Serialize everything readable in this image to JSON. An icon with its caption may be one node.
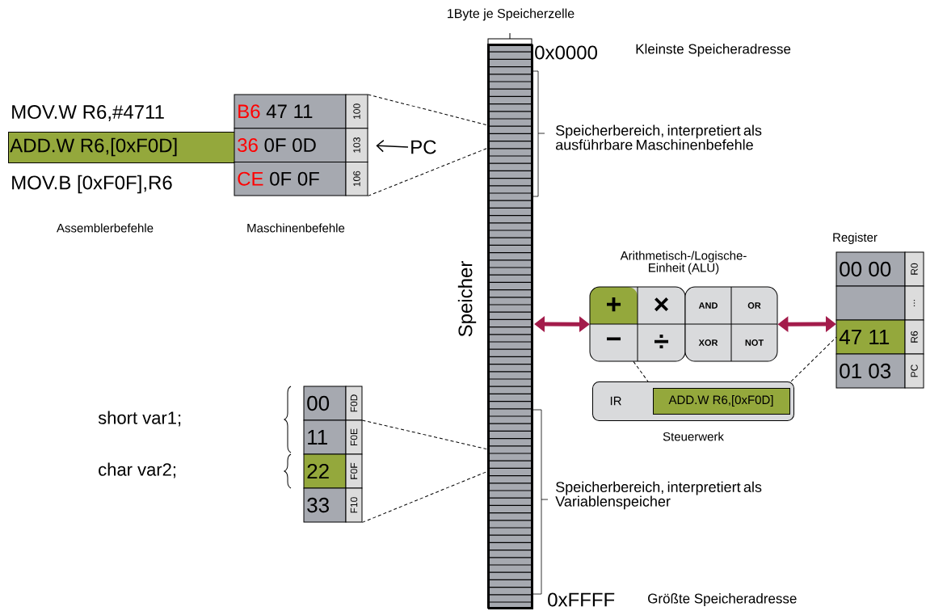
{
  "diagram": {
    "nodes": [
      {
        "text": [
          "ADD.W R6,[0xF0D]"
        ]
      },
      {
        "text": [
          "B6",
          "47 11",
          "100"
        ]
      },
      {
        "text": [
          "36",
          "0F 0D",
          "103"
        ]
      },
      {
        "text": [
          "CE",
          "0F 0F",
          "106"
        ]
      },
      {
        "text": [
          "PC"
        ]
      },
      {
        "text": [
          "Speicher"
        ],
        "beside": [
          "0x0000",
          "0xFFFF"
        ]
      },
      {
        "text": [
          "+",
          "×",
          "−",
          "÷"
        ]
      },
      {
        "text": [
          "AND",
          "OR",
          "XOR",
          "NOT"
        ]
      },
      {
        "text": [
          "IR"
        ],
        "beside": [
          "Steuerwerk"
        ]
      },
      {
        "text": [
          "ADD.W R6,[0xF0D]"
        ],
        "in": 8
      },
      {
        "text": [
          "00 00",
          "R0"
        ]
      },
      {
        "text": [
          "..."
        ]
      },
      {
        "text": [
          "47 11",
          "R6"
        ]
      },
      {
        "text": [
          "01 03",
          "PC"
        ]
      },
      {
        "text": [
          "00",
          "F0D"
        ]
      },
      {
        "text": [
          "11",
          "F0E"
        ]
      },
      {
        "text": [
          "22",
          "F0F"
        ]
      },
      {
        "text": [
          "33",
          "F10"
        ]
      }
    ],
    "edges": [
      {
        "from": 4,
        "to": 2,
        "arrow": "to"
      },
      {
        "from": 1,
        "to": 5,
        "arrow": "none",
        "style": "dashed"
      },
      {
        "from": 3,
        "to": 5,
        "arrow": "none",
        "style": "dashed"
      },
      {
        "from": 5,
        "to": 6,
        "arrow": "both",
        "style": "thick",
        "color": "#a31c4b"
      },
      {
        "from": 7,
        "to": 12,
        "arrow": "both",
        "style": "thick",
        "color": "#a31c4b"
      },
      {
        "from": 6,
        "to": 8,
        "arrow": "none",
        "style": "dashed"
      },
      {
        "from": 8,
        "to": 12,
        "arrow": "none",
        "style": "dashed"
      },
      {
        "from": 15,
        "to": 5,
        "arrow": "none",
        "style": "dashed"
      },
      {
        "from": 17,
        "to": 5,
        "arrow": "none",
        "style": "dashed"
      }
    ],
    "labels": [
      "1Byte je Speicherzelle",
      "MOV.W R6,#4711",
      "MOV.B [0xF0F],R6",
      "Kleinste Speicheradresse",
      "Speicherbereich, interpretiert als ausführbare Maschinenbefehle",
      "Assemblerbefehle",
      "Maschinenbefehle",
      "Register",
      "Arithmetisch-/Logische-Einheit (ALU)",
      "short var1;",
      "char var2;",
      "Speicherbereich, interpretiert als Variablenspeicher",
      "Größte Speicheradresse"
    ]
  }
}
